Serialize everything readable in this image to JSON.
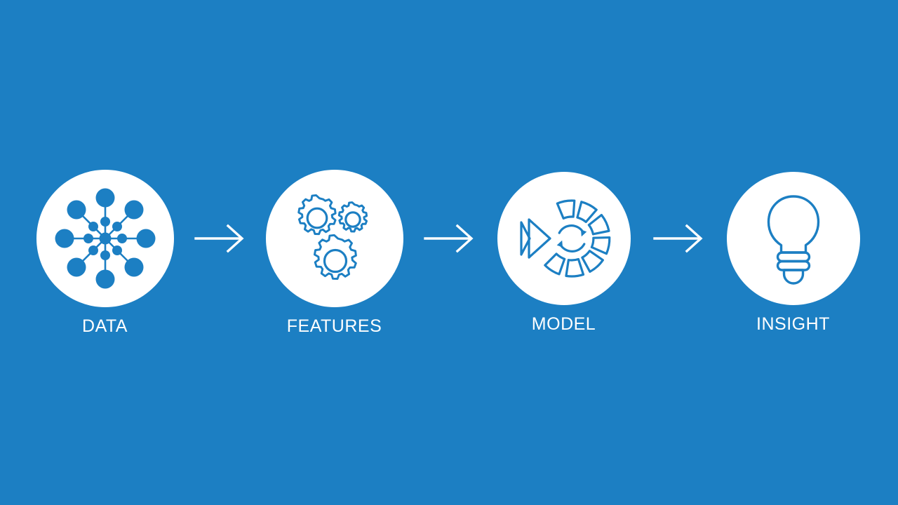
{
  "theme": {
    "background_color": "#1c7fc3",
    "disc_color": "#ffffff",
    "icon_color": "#1c7fc3",
    "arrow_color": "#ffffff",
    "label_color": "#ffffff"
  },
  "diagram": {
    "type": "process-flow",
    "orientation": "horizontal",
    "step_count": 4,
    "steps": [
      {
        "id": "data",
        "label": "DATA",
        "icon": "network-nodes-icon"
      },
      {
        "id": "features",
        "label": "FEATURES",
        "icon": "gears-icon"
      },
      {
        "id": "model",
        "label": "MODEL",
        "icon": "model-wheel-icon"
      },
      {
        "id": "insight",
        "label": "INSIGHT",
        "icon": "lightbulb-icon"
      }
    ],
    "connectors": [
      {
        "id": "data-to-features",
        "icon": "arrow-right-icon"
      },
      {
        "id": "features-to-model",
        "icon": "arrow-right-icon"
      },
      {
        "id": "model-to-insight",
        "icon": "arrow-right-icon"
      }
    ]
  }
}
